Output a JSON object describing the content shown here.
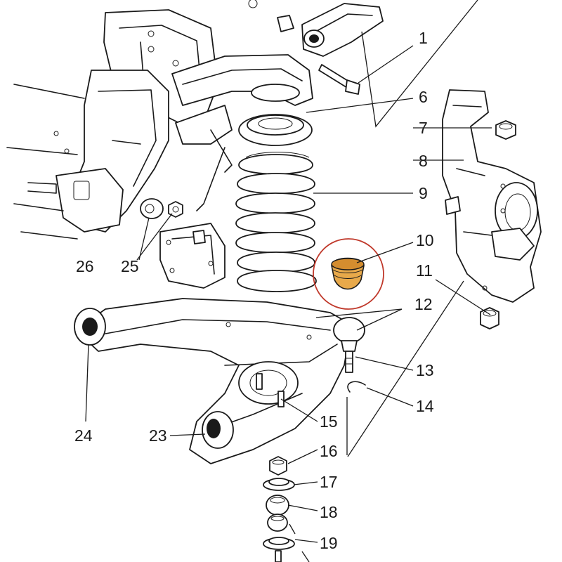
{
  "callouts": {
    "c1": "1",
    "c6": "6",
    "c7": "7",
    "c8": "8",
    "c9": "9",
    "c10": "10",
    "c11": "11",
    "c12": "12",
    "c13": "13",
    "c14": "14",
    "c15": "15",
    "c16": "16",
    "c17": "17",
    "c18": "18",
    "c19": "19",
    "c23": "23",
    "c24": "24",
    "c25": "25",
    "c26": "26"
  },
  "highlight": {
    "part": "10",
    "circle_color": "#c0392b",
    "fill_color": "#e8a94a"
  }
}
